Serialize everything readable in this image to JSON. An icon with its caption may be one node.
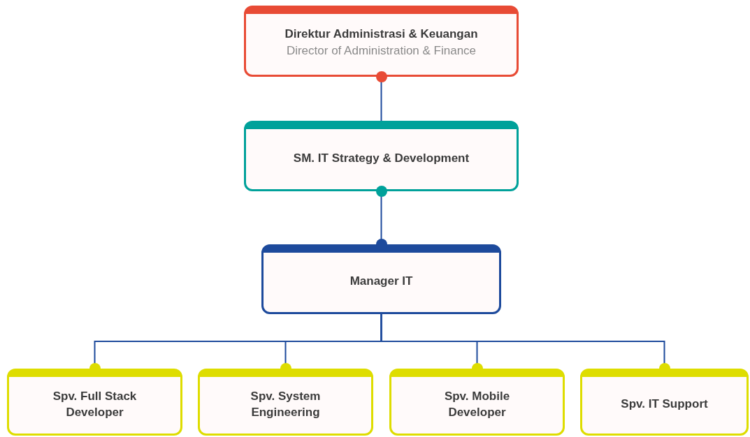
{
  "diagram": {
    "nodes": [
      {
        "text": [
          "Direktur Administrasi & Keuangan",
          "Director of Administration & Finance"
        ]
      },
      {
        "text": [
          "SM. IT Strategy & Development"
        ]
      },
      {
        "text": [
          "Manager IT"
        ]
      },
      {
        "text": [
          "Spv. Full Stack Developer"
        ]
      },
      {
        "text": [
          "Spv. System Engineering"
        ]
      },
      {
        "text": [
          "Spv. Mobile Developer"
        ]
      },
      {
        "text": [
          "Spv. IT Support"
        ]
      }
    ],
    "edges": [
      {
        "from": 0,
        "to": 1,
        "arrow": "none"
      },
      {
        "from": 1,
        "to": 2,
        "arrow": "none"
      },
      {
        "from": 2,
        "to": 3,
        "arrow": "none"
      },
      {
        "from": 2,
        "to": 4,
        "arrow": "none"
      },
      {
        "from": 2,
        "to": 5,
        "arrow": "none"
      },
      {
        "from": 2,
        "to": 6,
        "arrow": "none"
      }
    ]
  }
}
